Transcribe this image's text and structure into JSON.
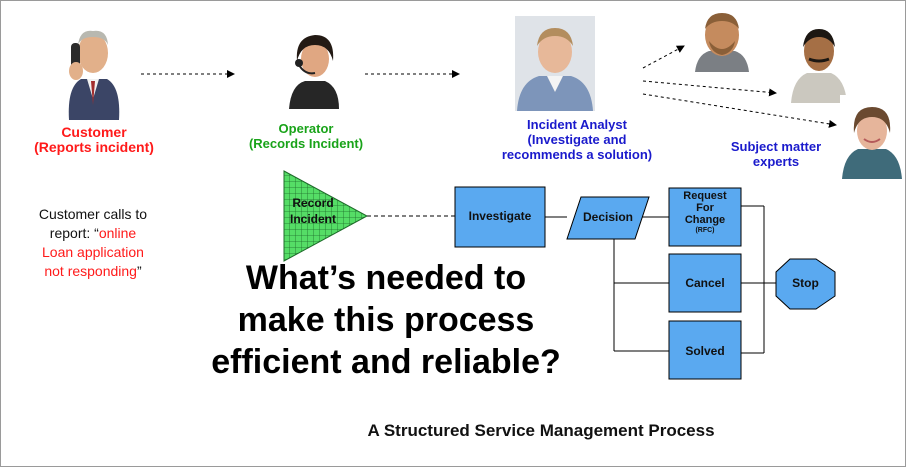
{
  "roles": {
    "customer": {
      "line1": "Customer",
      "line2": "(Reports incident)"
    },
    "operator": {
      "line1": "Operator",
      "line2": "(Records Incident)"
    },
    "analyst": {
      "line1": "Incident Analyst",
      "line2": "(Investigate and",
      "line3": "recommends a solution)"
    },
    "experts": {
      "line1": "Subject matter",
      "line2": "experts"
    }
  },
  "scenario": {
    "line1": "Customer calls to",
    "line2_prefix": "report: “",
    "line2_red": "online",
    "line3": "Loan application",
    "line4_red": "not responding",
    "line4_suffix": "”"
  },
  "flow": {
    "record_incident_1": "Record",
    "record_incident_2": "Incident",
    "investigate": "Investigate",
    "decision": "Decision",
    "rfc_1": "Request",
    "rfc_2": "For",
    "rfc_3": "Change",
    "rfc_4": "(RFC)",
    "cancel": "Cancel",
    "solved": "Solved",
    "stop": "Stop"
  },
  "headline": {
    "line1": "What’s needed to",
    "line2": "make this process",
    "line3": "efficient and reliable?"
  },
  "subtitle": "A Structured Service Management Process",
  "colors": {
    "customer_label": "#ff1a1a",
    "operator_label": "#19a319",
    "analyst_label": "#1a1acc",
    "process_box": "#5aa9f0",
    "record_triangle": "#55dd66"
  }
}
